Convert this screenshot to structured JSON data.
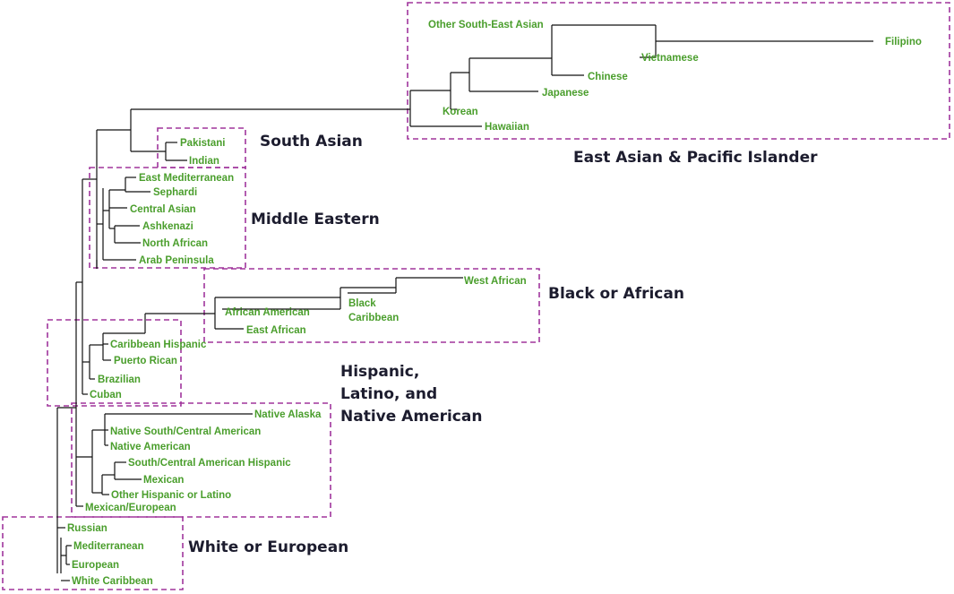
{
  "groups": {
    "south_asian": "South Asian",
    "east_asian": "East Asian & Pacific Islander",
    "middle_eastern": "Middle Eastern",
    "black_african": "Black or African",
    "hispanic_line1": "Hispanic,",
    "hispanic_line2": "Latino, and",
    "hispanic_line3": "Native American",
    "white_european": "White or European"
  },
  "leaves": {
    "other_se_asian": "Other South-East Asian",
    "filipino": "Filipino",
    "vietnamese": "Vietnamese",
    "chinese": "Chinese",
    "japanese": "Japanese",
    "korean": "Korean",
    "hawaiian": "Hawaiian",
    "pakistani": "Pakistani",
    "indian": "Indian",
    "east_mediterranean": "East Mediterranean",
    "sephardi": "Sephardi",
    "central_asian": "Central Asian",
    "ashkenazi": "Ashkenazi",
    "north_african": "North African",
    "arab_peninsula": "Arab Peninsula",
    "west_african": "West African",
    "african_american": "African American",
    "black_caribbean_1": "Black",
    "black_caribbean_2": "Caribbean",
    "east_african": "East African",
    "caribbean_hispanic": "Caribbean Hispanic",
    "puerto_rican": "Puerto Rican",
    "brazilian": "Brazilian",
    "cuban": "Cuban",
    "native_alaska": "Native Alaska",
    "native_sc_american": "Native South/Central American",
    "native_american": "Native American",
    "sc_american_hispanic": "South/Central American Hispanic",
    "mexican": "Mexican",
    "other_hispanic": "Other Hispanic or Latino",
    "mexican_european": "Mexican/European",
    "russian": "Russian",
    "mediterranean": "Mediterranean",
    "european": "European",
    "white_caribbean": "White Caribbean"
  },
  "colors": {
    "leaf_text": "#4a9e2c",
    "group_text": "#1c1c2e",
    "box_stroke": "#a0359c",
    "branch": "#111111"
  }
}
